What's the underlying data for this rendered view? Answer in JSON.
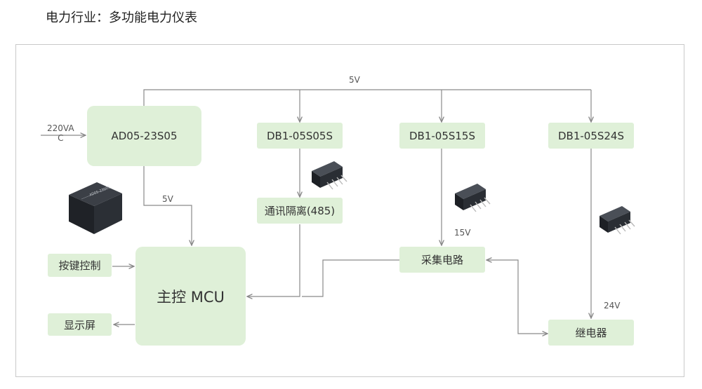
{
  "title": "电力行业：多功能电力仪表",
  "nodes": {
    "ad05": "AD05-23S05",
    "db1_05s05": "DB1-05S05S",
    "db1_05s15": "DB1-05S15S",
    "db1_05s24": "DB1-05S24S",
    "comm": "通讯隔离(485)",
    "collect": "采集电路",
    "mcu": "主控 MCU",
    "keys": "按键控制",
    "display": "显示屏",
    "relay": "继电器"
  },
  "labels": {
    "input_line1": "220VA",
    "input_line2": "C",
    "bus_5v": "5V",
    "mcu_5v": "5V",
    "v15": "15V",
    "v24": "24V"
  },
  "colors": {
    "node_fill": "#dff0d8",
    "wire": "#888888",
    "frame": "#c9c9c9"
  },
  "product_images": [
    {
      "name": "ad05-module-photo",
      "text": "AD05-23S05"
    },
    {
      "name": "db1-05s05-module-photo"
    },
    {
      "name": "db1-05s15-module-photo"
    },
    {
      "name": "db1-05s24-module-photo"
    }
  ]
}
